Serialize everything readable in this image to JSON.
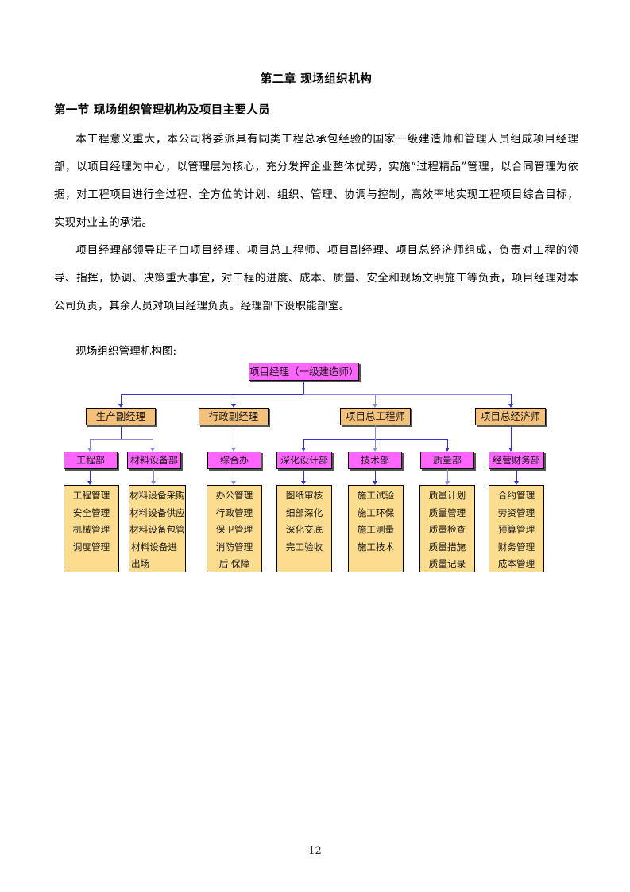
{
  "document": {
    "chapter_title": "第二章  现场组织机构",
    "section_title": "第一节 现场组织管理机构及项目主要人员",
    "paragraphs": [
      "本工程意义重大，本公司将委派具有同类工程总承包经验的国家一级建造师和管理人员组成项目经理部，以项目经理为中心，以管理层为核心，充分发挥企业整体优势，实施“过程精品”管理，以合同管理为依据，对工程项目进行全过程、全方位的计划、组织、管理、协调与控制，高效率地实现工程项目综合目标，实现对业主的承诺。",
      "项目经理部领导班子由项目经理、项目总工程师、项目副经理、项目总经济师组成，负责对工程的领导、指挥，协调、决策重大事宜，对工程的进度、成本、质量、安全和现场文明施工等负责，项目经理对本公司负责，其余人员对项目经理负责。经理部下设职能部室。"
    ],
    "chart_caption": "现场组织管理机构图:",
    "page_number": "12"
  },
  "colors": {
    "top_node_fill": "#FF66FF",
    "level2_node_fill": "#F5C07A",
    "level3_node_fill": "#FF66FF",
    "leaf_node_fill": "#FCDC8E",
    "connector": "#3333CC",
    "connector_light": "#8888DD",
    "node_border": "#000000"
  },
  "orgchart": {
    "root": {
      "label": "项目经理（一级建造师）"
    },
    "level2": [
      {
        "label": "生产副经理"
      },
      {
        "label": "行政副经理"
      },
      {
        "label": "项目总工程师"
      },
      {
        "label": "项目总经济师"
      }
    ],
    "level3": [
      {
        "label": "工程部"
      },
      {
        "label": "材料设备部"
      },
      {
        "label": "综合办"
      },
      {
        "label": "深化设计部"
      },
      {
        "label": "技术部"
      },
      {
        "label": "质量部"
      },
      {
        "label": "经营财务部"
      }
    ],
    "leaves": [
      {
        "lines": [
          "工程管理",
          "安全管理",
          "机械管理",
          "调度管理"
        ]
      },
      {
        "lines": [
          "材料设备采购",
          "材料设备供应",
          "材料设备包管",
          "材料设备进出场"
        ]
      },
      {
        "lines": [
          "办公管理",
          "行政管理",
          "保卫管理",
          "消防管理",
          "后  保障"
        ]
      },
      {
        "lines": [
          "图纸审核",
          "细部深化",
          "深化交底",
          "完工验收"
        ]
      },
      {
        "lines": [
          "施工试验",
          "施工环保",
          "施工测量",
          "施工技术"
        ]
      },
      {
        "lines": [
          "质量计划",
          "质量管理",
          "质量检查",
          "质量措施",
          "质量记录"
        ]
      },
      {
        "lines": [
          "合约管理",
          "劳资管理",
          "预算管理",
          "财务管理",
          "成本管理"
        ]
      }
    ]
  }
}
